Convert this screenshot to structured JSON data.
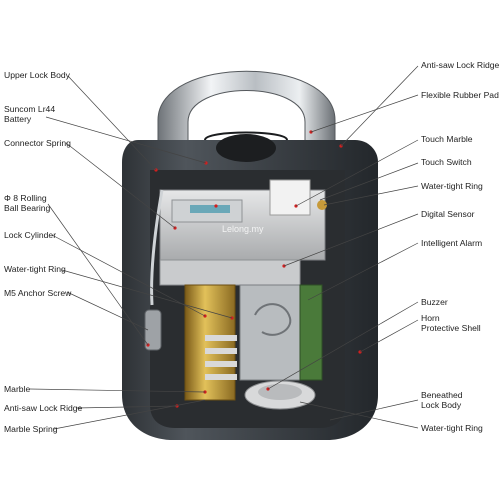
{
  "diagram": {
    "left_labels": [
      {
        "id": "upper-lock-body",
        "text": "Upper Lock Body"
      },
      {
        "id": "battery",
        "text": "Suncom Lr44\nBattery"
      },
      {
        "id": "connector-spring",
        "text": "Connector Spring"
      },
      {
        "id": "ball-bearing",
        "text": "Φ 8 Rolling\nBall Bearing"
      },
      {
        "id": "lock-cylinder",
        "text": "Lock Cylinder"
      },
      {
        "id": "water-tight-ring-left",
        "text": "Water-tight Ring"
      },
      {
        "id": "anchor-screw",
        "text": "M5 Anchor Screw"
      },
      {
        "id": "marble",
        "text": "Marble"
      },
      {
        "id": "anti-saw-lock-ridge-left",
        "text": "Anti-saw Lock Ridge"
      },
      {
        "id": "marble-spring",
        "text": "Marble Spring"
      }
    ],
    "right_labels": [
      {
        "id": "anti-saw-lock-ridge-right",
        "text": "Anti-saw Lock Ridge"
      },
      {
        "id": "flexible-rubber-pad",
        "text": "Flexible Rubber Pad"
      },
      {
        "id": "touch-marble",
        "text": "Touch Marble"
      },
      {
        "id": "touch-switch",
        "text": "Touch Switch"
      },
      {
        "id": "water-tight-ring-right",
        "text": "Water-tight Ring"
      },
      {
        "id": "digital-sensor",
        "text": "Digital Sensor"
      },
      {
        "id": "intelligent-alarm",
        "text": "Intelligent Alarm"
      },
      {
        "id": "buzzer",
        "text": "Buzzer"
      },
      {
        "id": "horn-protective-shell",
        "text": "Horn\nProtective Shell"
      },
      {
        "id": "beneathed-lock-body",
        "text": "Beneathed\nLock Body"
      },
      {
        "id": "water-tight-ring-bottom",
        "text": "Water-tight Ring"
      }
    ],
    "watermark": "Lelong.my"
  }
}
